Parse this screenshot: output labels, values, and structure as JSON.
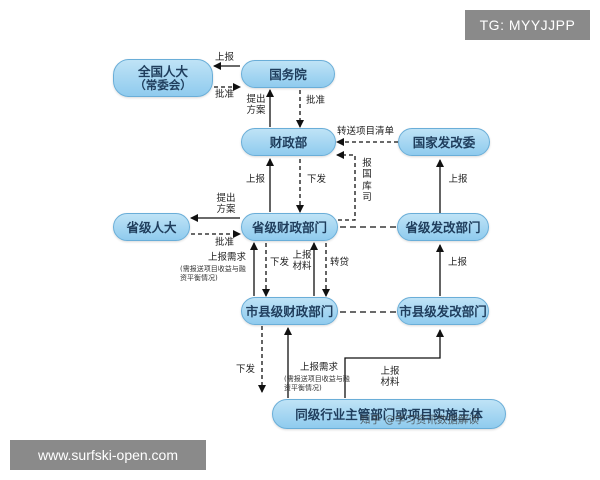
{
  "nodes": {
    "npc": {
      "line1": "全国人大",
      "line2": "（常委会）"
    },
    "state_council": "国务院",
    "mof": "财政部",
    "ndrc": "国家发改委",
    "provincial_pc": "省级人大",
    "provincial_finance": "省级财政部门",
    "provincial_ndrc": "省级发改部门",
    "city_finance": "市县级财政部门",
    "city_ndrc": "市县级发改部门",
    "implementer": "同级行业主管部门或项目实施主体"
  },
  "labels": {
    "report_up": "上报",
    "approve": "批准",
    "propose_plan": "提出方案",
    "issue_down": "下发",
    "forward_list": "转送项目清单",
    "report_treasury": "报国库司",
    "report_demand": "上报需求",
    "demand_note": "(需报送项目收益与融资平衡情况)",
    "report_materials": "上报材料",
    "transfer_loan": "转贷"
  },
  "watermarks": {
    "telegram": "TG: MYYJJPP",
    "site": "www.surfski-open.com",
    "zhihu": "知乎 @学习资讯数据解读"
  },
  "colors": {
    "node_fill_top": "#bfe3f6",
    "node_fill_bottom": "#8fcbee",
    "node_border": "#6aaed8",
    "arrow": "#111111"
  }
}
